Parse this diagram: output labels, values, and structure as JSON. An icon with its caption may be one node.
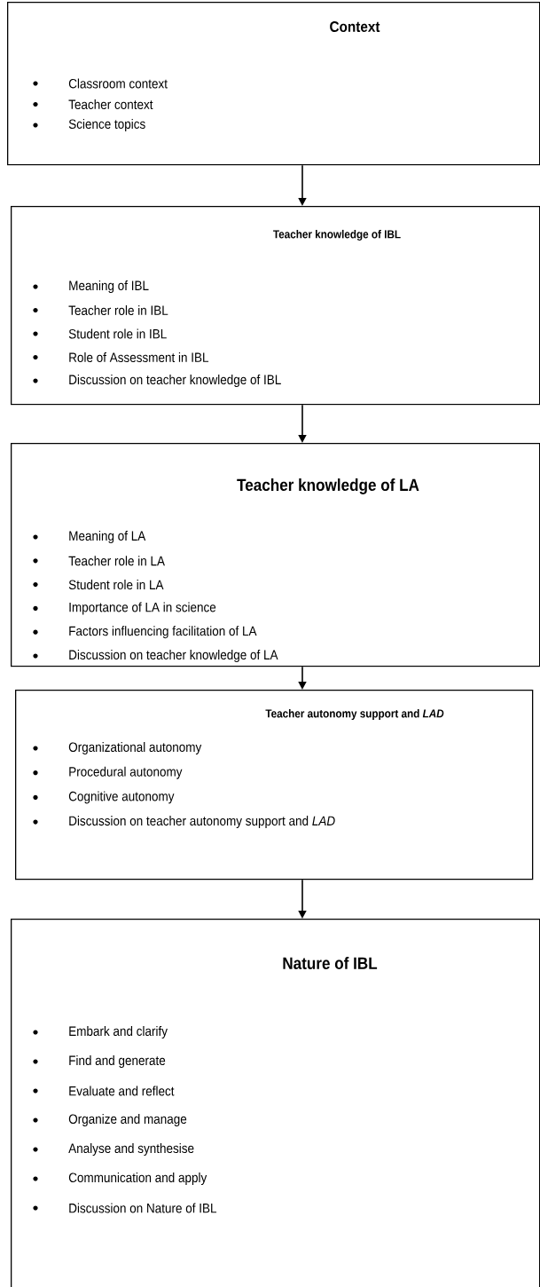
{
  "diagram": {
    "nodes": [
      {
        "text": [
          "Context",
          "Classroom context",
          "Teacher context",
          "Science topics"
        ]
      },
      {
        "text": [
          "Teacher knowledge of IBL",
          "Meaning of IBL",
          "Teacher role in IBL",
          "Student role in IBL",
          "Role of Assessment in IBL",
          "Discussion on teacher knowledge of IBL"
        ]
      },
      {
        "text": [
          "Teacher knowledge of LA",
          "Meaning of LA",
          "Teacher role in LA",
          "Student role in LA",
          "Importance of LA in science",
          "Factors influencing facilitation of LA",
          "Discussion on teacher knowledge of LA"
        ]
      },
      {
        "text": [
          "Teacher autonomy support and *LAD*",
          "Organizational autonomy",
          "Procedural autonomy",
          "Cognitive autonomy",
          "Discussion on teacher autonomy support and *LAD*"
        ]
      },
      {
        "text": [
          "Nature of IBL",
          "Embark and clarify",
          "Find and generate",
          "Evaluate and reflect",
          "Organize and manage",
          "Analyse and synthesise",
          "Communication and apply",
          "Discussion on Nature of IBL"
        ]
      }
    ],
    "edges": [
      {
        "from": 0,
        "to": 1,
        "arrow": "to"
      },
      {
        "from": 1,
        "to": 2,
        "arrow": "to"
      },
      {
        "from": 2,
        "to": 3,
        "arrow": "to"
      },
      {
        "from": 3,
        "to": 4,
        "arrow": "to"
      }
    ]
  }
}
